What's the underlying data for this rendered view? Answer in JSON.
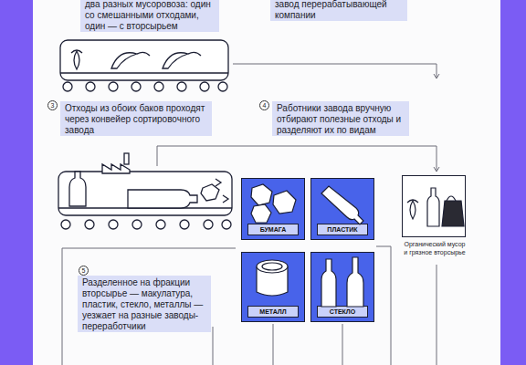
{
  "diagram": {
    "nodes": [
      {
        "text": [
          "два разных мусоровоза: один со смешанными отходами, один — с вторсырьем"
        ]
      },
      {
        "text": [
          "завод перерабатывающей компании"
        ]
      },
      {
        "text": [
          "Отходы из обоих баков проходят через конвейер сортировочного завода"
        ]
      },
      {
        "text": [
          "Работники завода вручную отбирают полезные отходы и разделяют их по видам"
        ]
      },
      {
        "text": [
          "БУМАГА"
        ]
      },
      {
        "text": [
          "ПЛАСТИК"
        ]
      },
      {
        "text": [
          "Органический мусор и грязное вторсырье"
        ]
      },
      {
        "text": [
          "Разделенное на фракции вторсырье — макулатура, пластик, стекло, металлы — уезжает на разные заводы-переработчики"
        ]
      },
      {
        "text": [
          "МЕТАЛЛ"
        ]
      },
      {
        "text": [
          "СТЕКЛО"
        ]
      }
    ],
    "labels": [
      "3",
      "4",
      "5"
    ]
  }
}
